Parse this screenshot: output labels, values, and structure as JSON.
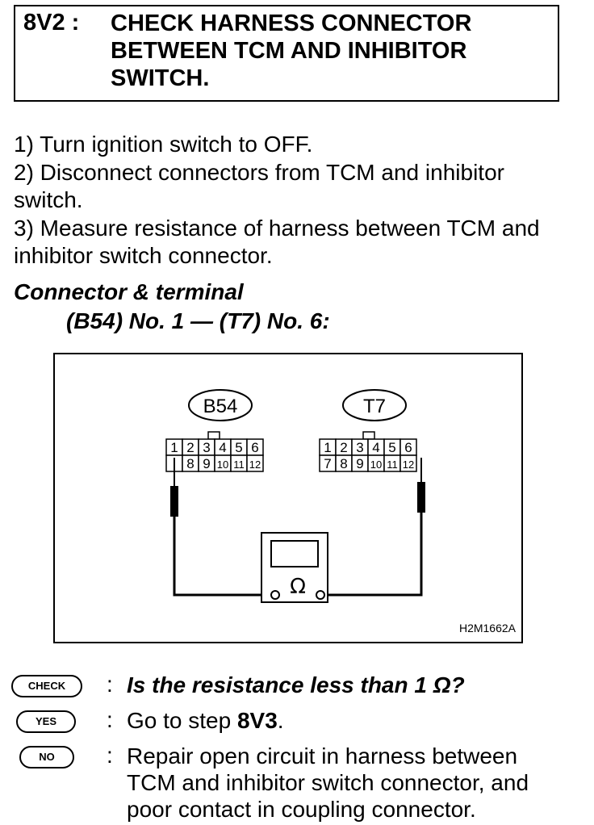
{
  "header": {
    "step_id": "8V2 :",
    "title": "CHECK HARNESS CONNECTOR BETWEEN TCM AND INHIBITOR SWITCH."
  },
  "instructions": [
    "1) Turn ignition switch to OFF.",
    "2) Disconnect connectors from TCM and inhibitor switch.",
    "3) Measure resistance of harness between TCM and inhibitor switch connector."
  ],
  "connector": {
    "label": "Connector & terminal",
    "sub": "(B54) No. 1 — (T7) No. 6:"
  },
  "diagram": {
    "left_connector": "B54",
    "right_connector": "T7",
    "left_top_terminals": [
      "1",
      "2",
      "3",
      "4",
      "5",
      "6"
    ],
    "left_bottom_terminals": [
      "",
      "8",
      "9",
      "10",
      "11",
      "12"
    ],
    "right_top_terminals": [
      "1",
      "2",
      "3",
      "4",
      "5",
      "6"
    ],
    "right_bottom_terminals": [
      "7",
      "8",
      "9",
      "10",
      "11",
      "12"
    ],
    "meter_symbol": "Ω",
    "figure_code": "H2M1662A"
  },
  "answers": {
    "check": {
      "badge": "CHECK",
      "colon": ":",
      "text": "Is the resistance less than 1 Ω?"
    },
    "yes": {
      "badge": "YES",
      "colon": ":",
      "text_prefix": "Go to step ",
      "text_step": "8V3",
      "text_suffix": "."
    },
    "no": {
      "badge": "NO",
      "colon": ":",
      "text": "Repair open circuit in harness between TCM and inhibitor switch connector, and poor contact in coupling connector."
    }
  }
}
